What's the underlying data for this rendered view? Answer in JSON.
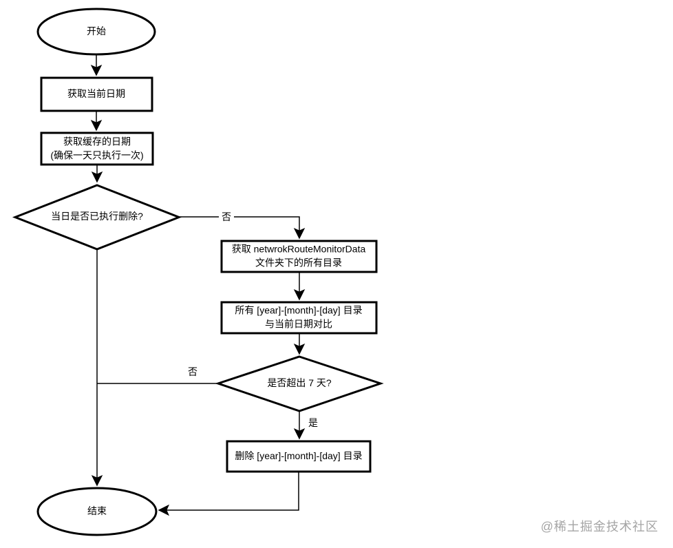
{
  "diagram": {
    "nodes": {
      "start": "开始",
      "get_current_date": "获取当前日期",
      "get_cached_date": "获取缓存的日期\n(确保一天只执行一次)",
      "decision_deleted_today": "当日是否已执行删除?",
      "get_directories": "获取 netwrokRouteMonitorData\n文件夹下的所有目录",
      "compare_directories": "所有 [year]-[month]-[day] 目录\n与当前日期对比",
      "decision_over_7_days": "是否超出 7 天?",
      "delete_directory": "删除 [year]-[month]-[day] 目录",
      "end": "结束"
    },
    "edge_labels": {
      "no_top": "否",
      "no_left": "否",
      "yes": "是"
    },
    "colors": {
      "shape_stroke": "#000000",
      "shape_fill": "#ffffff",
      "connector": "#000000",
      "watermark_text": "#a5a5a5"
    }
  },
  "watermark": "@稀土掘金技术社区"
}
